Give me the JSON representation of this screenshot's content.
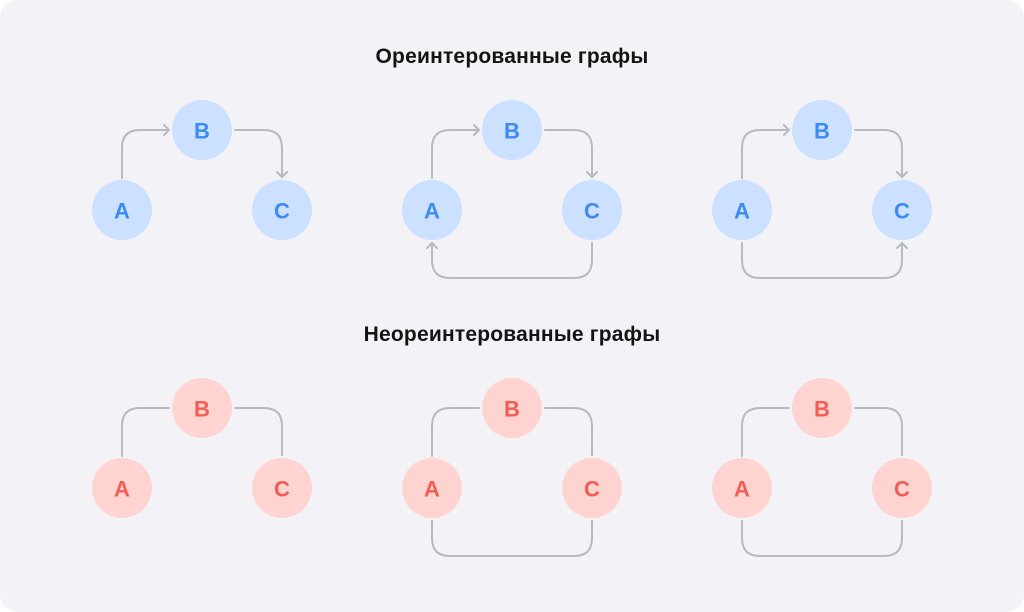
{
  "titles": {
    "directed": "Ореинтерованные графы",
    "undirected": "Неореинтерованные графы"
  },
  "colors": {
    "directed_fill": "#cce0ff",
    "directed_text": "#3d8bf2",
    "undirected_fill": "#ffd3d0",
    "undirected_text": "#f25d52",
    "edge": "#b7bac2",
    "background": "#f2f2f7"
  },
  "graphs": {
    "directed": [
      {
        "nodes": [
          "A",
          "B",
          "C"
        ],
        "edges": [
          [
            "A",
            "B"
          ],
          [
            "B",
            "C"
          ]
        ]
      },
      {
        "nodes": [
          "A",
          "B",
          "C"
        ],
        "edges": [
          [
            "A",
            "B"
          ],
          [
            "B",
            "C"
          ],
          [
            "C",
            "A"
          ]
        ]
      },
      {
        "nodes": [
          "A",
          "B",
          "C"
        ],
        "edges": [
          [
            "A",
            "B"
          ],
          [
            "B",
            "C"
          ],
          [
            "A",
            "C"
          ]
        ]
      }
    ],
    "undirected": [
      {
        "nodes": [
          "A",
          "B",
          "C"
        ],
        "edges": [
          [
            "A",
            "B"
          ],
          [
            "B",
            "C"
          ]
        ]
      },
      {
        "nodes": [
          "A",
          "B",
          "C"
        ],
        "edges": [
          [
            "A",
            "B"
          ],
          [
            "B",
            "C"
          ],
          [
            "A",
            "C"
          ]
        ]
      },
      {
        "nodes": [
          "A",
          "B",
          "C"
        ],
        "edges": [
          [
            "A",
            "B"
          ],
          [
            "B",
            "C"
          ],
          [
            "A",
            "C"
          ]
        ]
      }
    ]
  }
}
